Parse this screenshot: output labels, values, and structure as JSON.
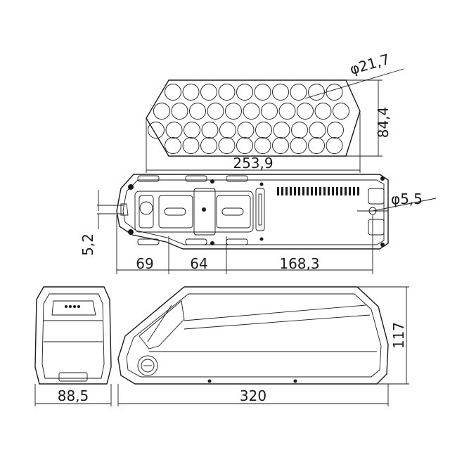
{
  "drawing": {
    "cell_pack": {
      "cell_diameter": "φ21,7",
      "height": "84,4",
      "length": "253,9"
    },
    "top_view": {
      "hole_diameter": "φ5,5",
      "offset": "5,2",
      "segment_a": "69",
      "segment_b": "64",
      "segment_c": "168,3"
    },
    "end_view": {
      "width": "88,5"
    },
    "side_view": {
      "height": "117",
      "length": "320"
    }
  }
}
